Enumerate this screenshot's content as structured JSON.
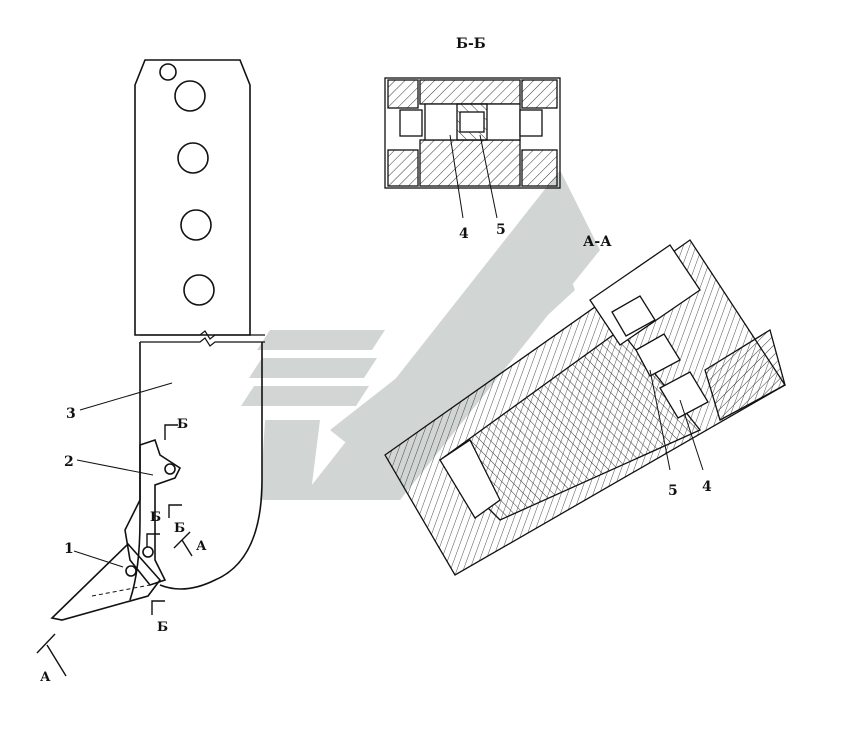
{
  "views": {
    "section_bb": {
      "title": "Б-Б",
      "callouts": [
        "4",
        "5"
      ]
    },
    "section_aa": {
      "title": "А-А",
      "callouts": [
        "5",
        "4"
      ]
    },
    "main": {
      "callouts": [
        "1",
        "2",
        "3"
      ],
      "section_marks": {
        "a_left": "А",
        "a_right": "А",
        "b_top": "Б",
        "b_mid1": "Б",
        "b_mid2": "Б",
        "b_bottom": "Б"
      }
    }
  },
  "colors": {
    "line": "#111111",
    "watermark": "#c9d0ce"
  }
}
